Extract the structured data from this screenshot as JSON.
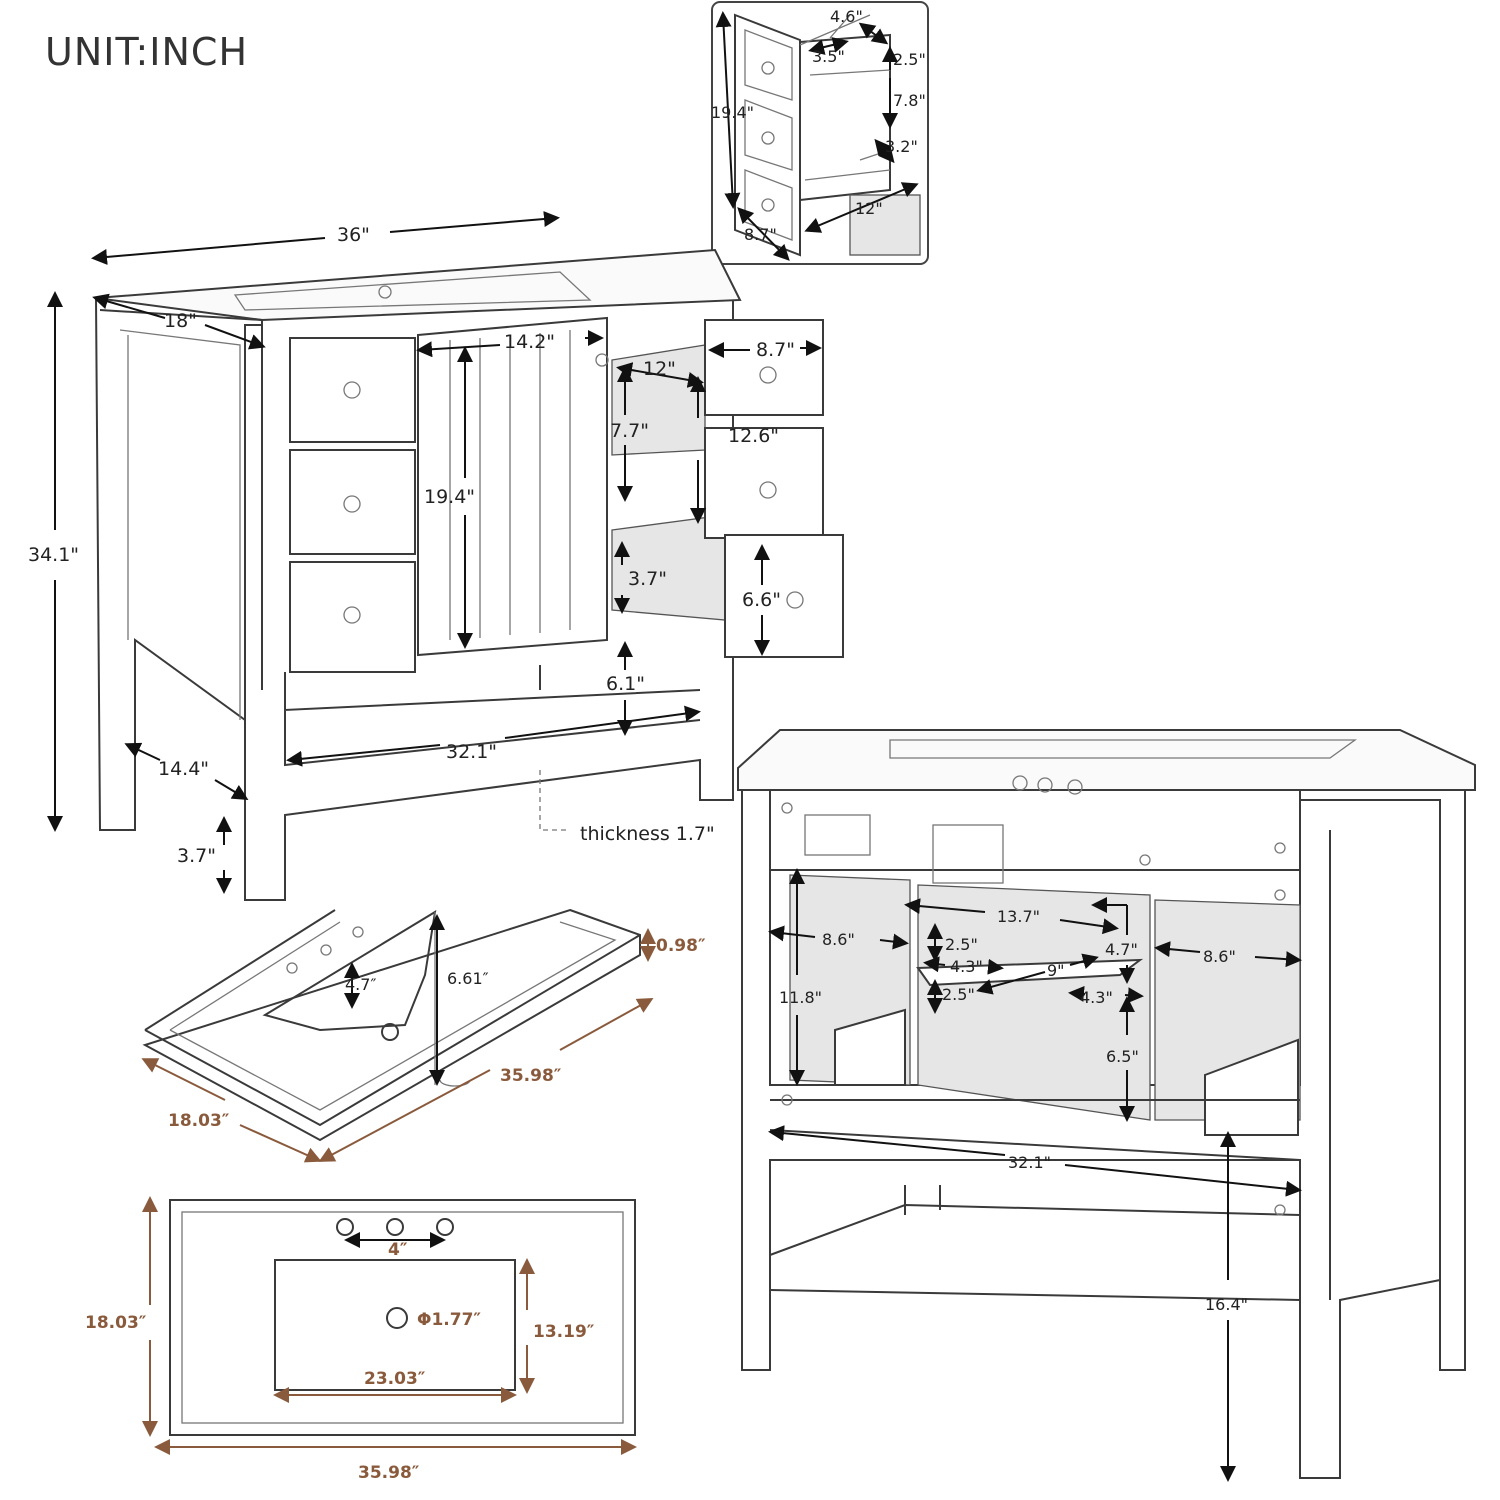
{
  "unit_label": "UNIT:INCH",
  "drawer_detail": {
    "top_width": "4.6\"",
    "compartment": "3.5\"",
    "top_depth": "2.5\"",
    "height": "19.4\"",
    "inner_height": "7.8\"",
    "lip": "3.2\"",
    "slide_length": "12\"",
    "drawer_width": "8.7\""
  },
  "front_view": {
    "width": "36\"",
    "depth": "18\"",
    "door_width": "14.2\"",
    "drawer_depth": "12\"",
    "drawer_front_width": "8.7\"",
    "drawer_inner_height": "7.7\"",
    "drawer_stack": "12.6\"",
    "door_height": "19.4\"",
    "total_height": "34.1\"",
    "bottom_drawer_inner": "3.7\"",
    "bottom_drawer_front": "6.6\"",
    "shelf_gap": "6.1\"",
    "shelf_width": "32.1\"",
    "shelf_depth": "14.4\"",
    "leg_height": "3.7\"",
    "shelf_thickness": "thickness 1.7\""
  },
  "sink_perspective": {
    "thickness": "0.98″",
    "basin_depth_a": "4.7″",
    "basin_depth_b": "6.61″",
    "length": "35.98″",
    "width": "18.03″"
  },
  "sink_top": {
    "faucet_spacing": "4″",
    "drain": "Φ1.77″",
    "basin_height": "13.19″",
    "width": "18.03″",
    "basin_width": "23.03″",
    "length": "35.98″"
  },
  "back_view": {
    "center_width": "13.7\"",
    "left_width": "8.6\"",
    "notch_top": "2.5\"",
    "notch_side": "4.3\"",
    "notch_depth": "4.7\"",
    "notch_span": "9\"",
    "right_width": "8.6\"",
    "side_height": "11.8\"",
    "notch_bottom": "2.5\"",
    "notch_side_b": "4.3\"",
    "lower_height": "6.5\"",
    "shelf_width": "32.1\"",
    "clearance": "16.4\""
  },
  "colors": {
    "line": "#3a3a3a",
    "sink_dim": "#8a5a3c"
  }
}
